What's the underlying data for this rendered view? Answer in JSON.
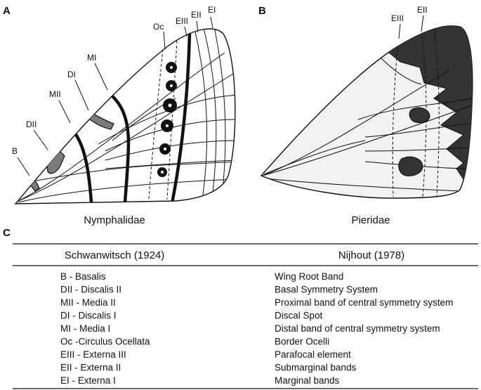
{
  "panels": {
    "a": {
      "letter": "A",
      "caption": "Nymphalidae"
    },
    "b": {
      "letter": "B",
      "caption": "Pieridae"
    },
    "c": {
      "letter": "C"
    }
  },
  "wing_a_labels": {
    "b": "B",
    "dii": "DII",
    "mii": "MII",
    "di": "DI",
    "mi": "MI",
    "oc": "Oc",
    "eiii": "EIII",
    "eii": "EII",
    "ei": "EI"
  },
  "wing_b_labels": {
    "eiii": "EIII",
    "eii": "EII"
  },
  "table": {
    "headers": [
      "Schwanwitsch (1924)",
      "Nijhout (1978)"
    ],
    "rows": [
      [
        "B - Basalis",
        "Wing Root Band"
      ],
      [
        "DII - Discalis II",
        "Basal Symmetry System"
      ],
      [
        "MII - Media II",
        "Proximal band of central symmetry system"
      ],
      [
        "DI - Discalis I",
        "Discal Spot"
      ],
      [
        "MI - Media I",
        "Distal band of central symmetry system"
      ],
      [
        "Oc -Circulus Ocellata",
        "Border Ocelli"
      ],
      [
        "EIII - Externa III",
        "Parafocal element"
      ],
      [
        "EII - Externa II",
        "Submarginal bands"
      ],
      [
        "EI - Externa I",
        "Marginal bands"
      ]
    ]
  },
  "colors": {
    "ink": "#111111",
    "band_gray": "#7a7a7a",
    "dark_fill": "#333333",
    "light_fill": "#f2f2f2"
  }
}
